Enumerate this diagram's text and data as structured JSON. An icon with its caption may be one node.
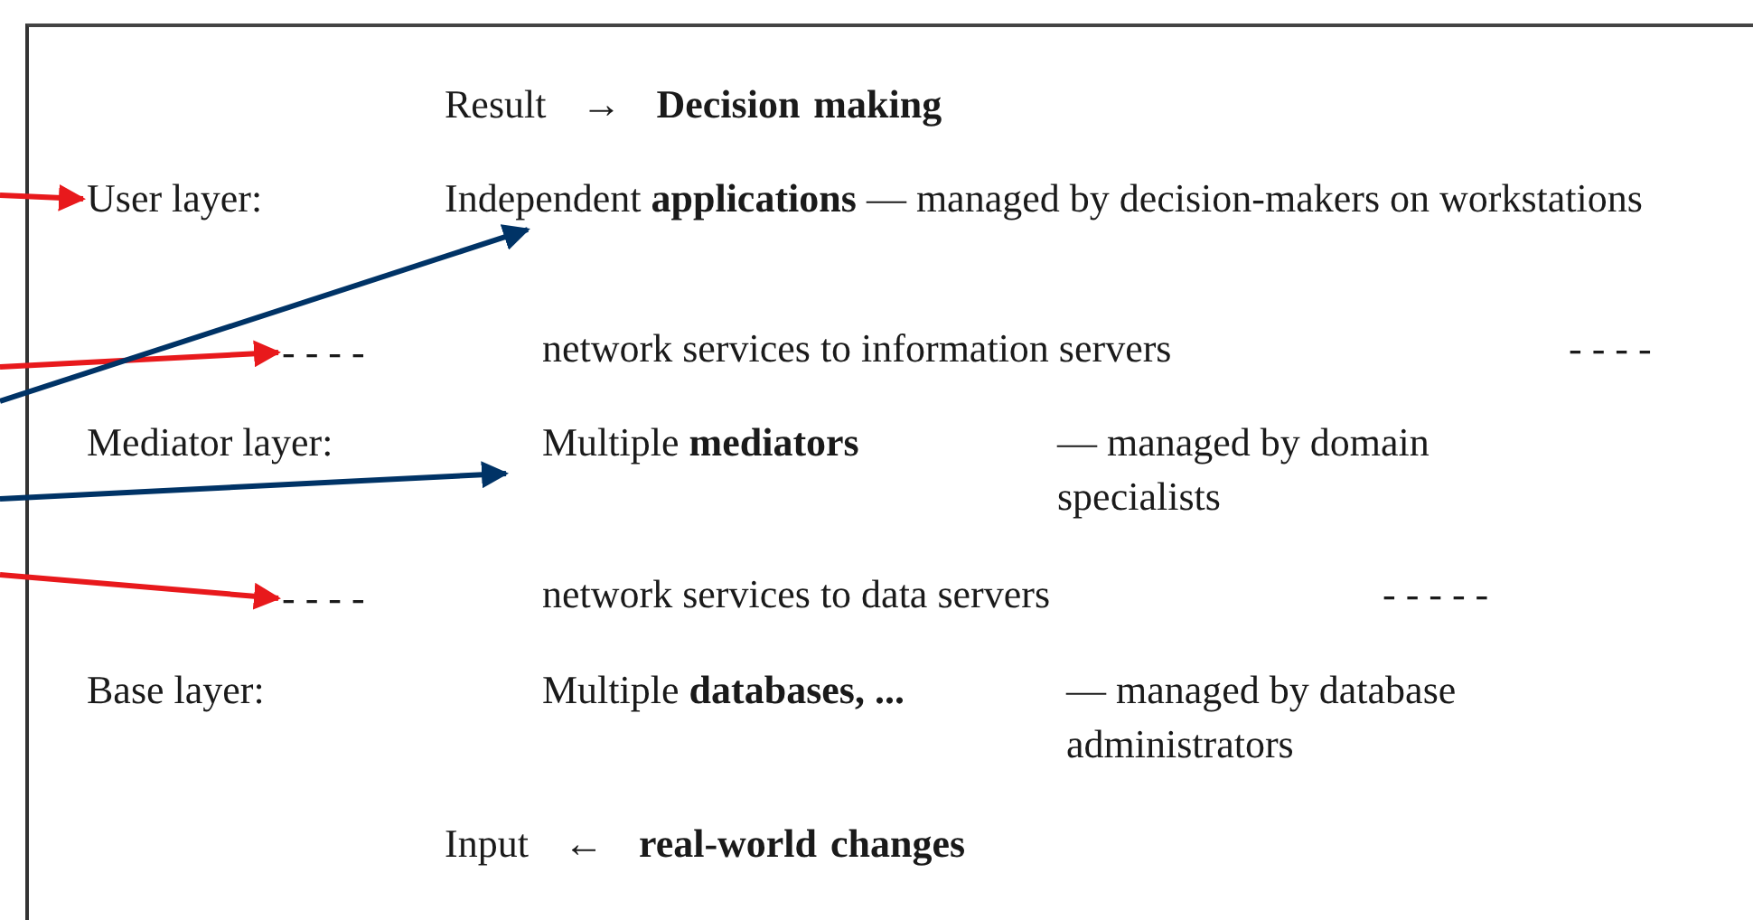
{
  "diagram": {
    "nodes": [
      {
        "text": [
          "User layer:"
        ]
      },
      {
        "text": [
          "Independent **applications** — managed by decision-makers on workstations"
        ]
      },
      {
        "text": [
          "- - - -"
        ]
      },
      {
        "text": [
          "network services to information servers"
        ]
      },
      {
        "text": [
          "- - - -"
        ]
      },
      {
        "text": [
          "Mediator layer:"
        ]
      },
      {
        "text": [
          "Multiple **mediators**"
        ]
      },
      {
        "text": [
          "— managed by domain specialists"
        ]
      },
      {
        "text": [
          "- - - -"
        ]
      },
      {
        "text": [
          "network services to data servers"
        ]
      },
      {
        "text": [
          "- - - - -"
        ]
      },
      {
        "text": [
          "Base layer:"
        ]
      },
      {
        "text": [
          "Multiple **databases, ...**"
        ]
      },
      {
        "text": [
          "— managed by database administrators"
        ]
      }
    ],
    "edges": [
      {
        "from": null,
        "to": 0,
        "arrow": "to"
      },
      {
        "from": null,
        "to": 2,
        "arrow": "to"
      },
      {
        "from": null,
        "to": 8,
        "arrow": "to"
      },
      {
        "from": null,
        "to": 1,
        "arrow": "to",
        "color": "#003366"
      },
      {
        "from": null,
        "to": 6,
        "arrow": "to",
        "color": "#003366"
      }
    ],
    "labels": [
      "Result → **Decision making**",
      "Input ← **real-world changes**"
    ]
  }
}
